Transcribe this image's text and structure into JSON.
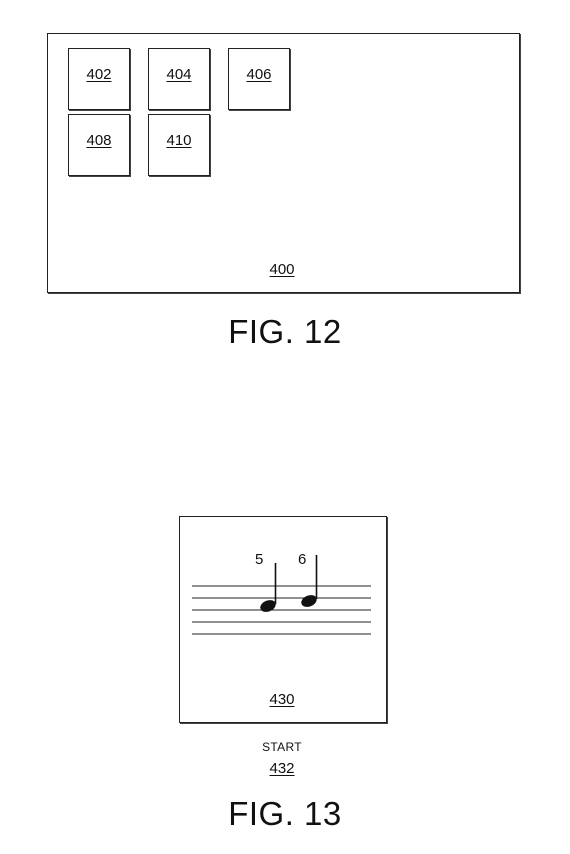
{
  "fig12": {
    "title": "FIG. 12",
    "screen_ref": "400",
    "tiles": [
      "402",
      "404",
      "406",
      "408",
      "410"
    ]
  },
  "fig13": {
    "title": "FIG. 13",
    "screen_ref": "430",
    "note_labels": [
      "5",
      "6"
    ],
    "start_label": "START",
    "start_ref": "432"
  }
}
